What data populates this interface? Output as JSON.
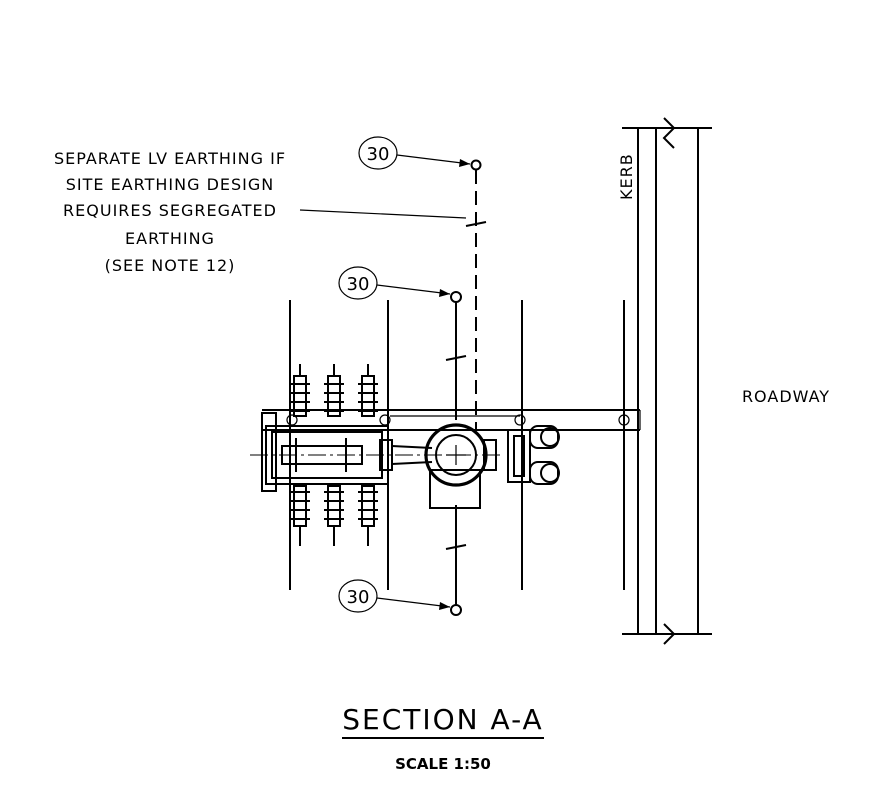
{
  "note": {
    "line1": "SEPARATE LV EARTHING IF",
    "line2": "SITE EARTHING DESIGN",
    "line3": "REQUIRES SEGREGATED",
    "line4": "EARTHING",
    "line5": "(SEE NOTE 12)"
  },
  "callouts": {
    "top": "30",
    "middle": "30",
    "bottom": "30"
  },
  "labels": {
    "kerb": "KERB",
    "roadway": "ROADWAY"
  },
  "title": {
    "section": "SECTION A-A",
    "scale": "SCALE 1:50"
  }
}
